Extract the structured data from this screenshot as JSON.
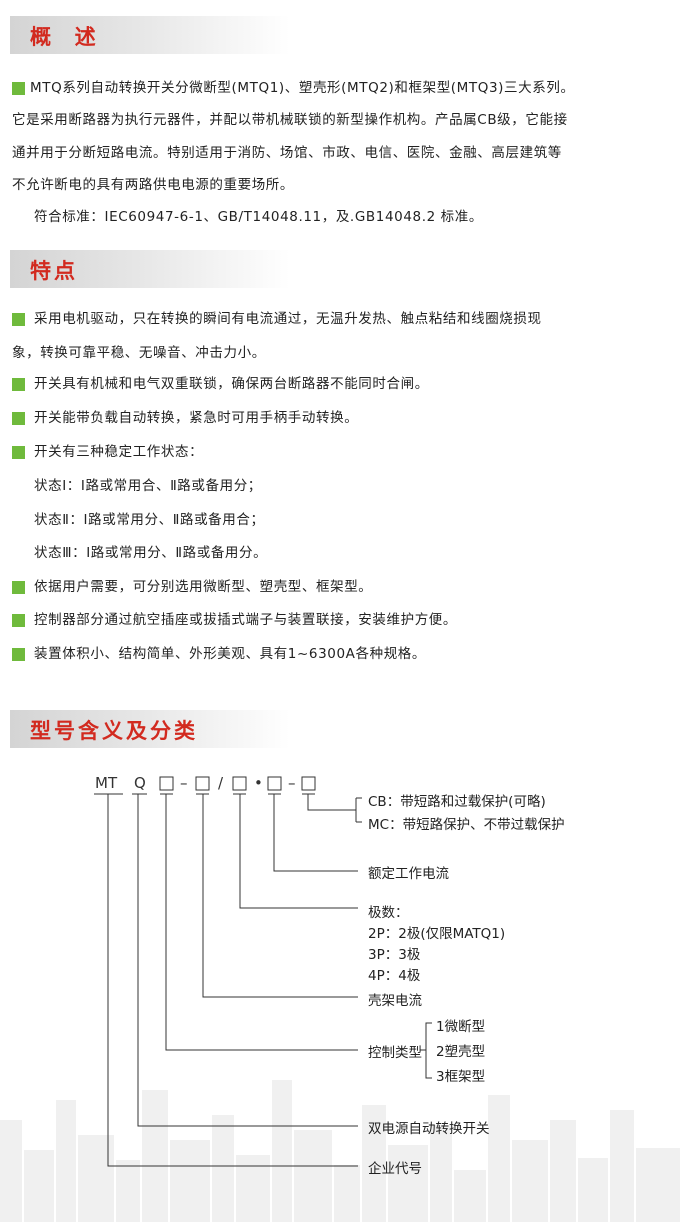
{
  "sections": {
    "overview": {
      "title": "概  述",
      "lines": [
        "MTQ系列自动转换开关分微断型(MTQ1)、塑壳形(MTQ2)和框架型(MTQ3)三大系列。",
        "它是采用断路器为执行元器件，并配以带机械联锁的新型操作机构。产品属CB级，它能接",
        "通并用于分断短路电流。特别适用于消防、场馆、市政、电信、医院、金融、高层建筑等",
        "不允许断电的具有两路供电电源的重要场所。",
        "符合标准：IEC60947-6-1、GB/T14048.11，及.GB14048.2 标准。"
      ]
    },
    "features": {
      "title": "特点",
      "lines": [
        "采用电机驱动，只在转换的瞬间有电流通过，无温升发热、触点粘结和线圈烧损现",
        "象，转换可靠平稳、无噪音、冲击力小。",
        "开关具有机械和电气双重联锁，确保两台断路器不能同时合闸。",
        "开关能带负载自动转换，紧急时可用手柄手动转换。",
        "开关有三种稳定工作状态：",
        "状态Ⅰ：Ⅰ路或常用合、Ⅱ路或备用分；",
        "状态Ⅱ：Ⅰ路或常用分、Ⅱ路或备用合；",
        "状态Ⅲ：Ⅰ路或常用分、Ⅱ路或备用分。",
        "依据用户需要，可分别选用微断型、塑壳型、框架型。",
        "控制器部分通过航空插座或拔插式端子与装置联接，安装维护方便。",
        "装置体积小、结构简单、外形美观、具有1~6300A各种规格。"
      ]
    },
    "model": {
      "title": "型号含义及分类",
      "code": {
        "mt": "MT",
        "q": "Q",
        "dash1": "–",
        "slash": "/",
        "dot": "•",
        "dash2": "–"
      },
      "labels": {
        "cb": "CB：带短路和过载保护(可略)",
        "mc": "MC：带短路保护、不带过载保护",
        "rated_current": "额定工作电流",
        "poles": "极数：",
        "poles_2p": "2P：2极(仅限MATQ1)",
        "poles_3p": "3P：3极",
        "poles_4p": "4P：4极",
        "frame_current": "壳架电流",
        "control_type": "控制类型",
        "type1": "1微断型",
        "type2": "2塑壳型",
        "type3": "3框架型",
        "dual_switch": "双电源自动转换开关",
        "company_code": "企业代号"
      }
    }
  },
  "colors": {
    "heading": "#d22a1f",
    "bullet": "#6fba3c"
  }
}
